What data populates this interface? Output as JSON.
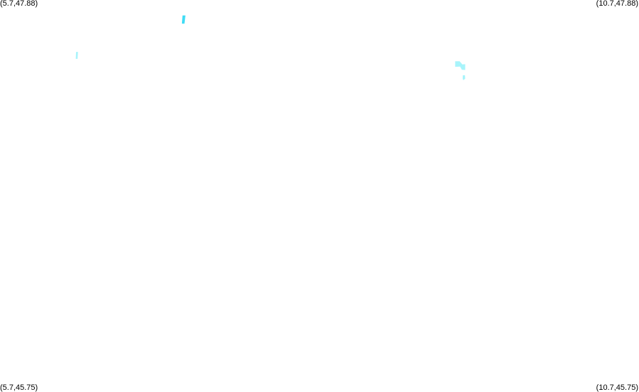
{
  "map": {
    "corner_labels": {
      "top_left": "(5.7,47.88)",
      "top_right": "(10.7,47.88)",
      "bottom_left": "(5.7,45.75)",
      "bottom_right": "(10.7,45.75)"
    },
    "extent": {
      "lon_min": 5.7,
      "lon_max": 10.7,
      "lat_min": 45.75,
      "lat_max": 47.88
    },
    "colors": {
      "background": "#ffffff",
      "water_bright": "#3fdcf5",
      "water_pale": "#a8f4fb"
    },
    "features": [
      {
        "name": "water-body-a",
        "color": "#3fdcf5",
        "polygon": [
          [
            7.128,
            47.796
          ],
          [
            7.151,
            47.796
          ],
          [
            7.143,
            47.751
          ],
          [
            7.123,
            47.752
          ]
        ]
      },
      {
        "name": "water-body-b",
        "color": "#a8f4fb",
        "polygon": [
          [
            6.295,
            47.598
          ],
          [
            6.31,
            47.598
          ],
          [
            6.307,
            47.56
          ],
          [
            6.293,
            47.56
          ]
        ]
      },
      {
        "name": "water-body-c",
        "color": "#a8f4fb",
        "polygon": [
          [
            9.262,
            47.547
          ],
          [
            9.296,
            47.547
          ],
          [
            9.318,
            47.53
          ],
          [
            9.34,
            47.531
          ],
          [
            9.34,
            47.5
          ],
          [
            9.314,
            47.501
          ],
          [
            9.3,
            47.518
          ],
          [
            9.262,
            47.517
          ]
        ]
      },
      {
        "name": "water-body-d",
        "color": "#a8f4fb",
        "polygon": [
          [
            9.322,
            47.471
          ],
          [
            9.338,
            47.471
          ],
          [
            9.34,
            47.453
          ],
          [
            9.325,
            47.444
          ],
          [
            9.32,
            47.454
          ]
        ]
      }
    ]
  }
}
